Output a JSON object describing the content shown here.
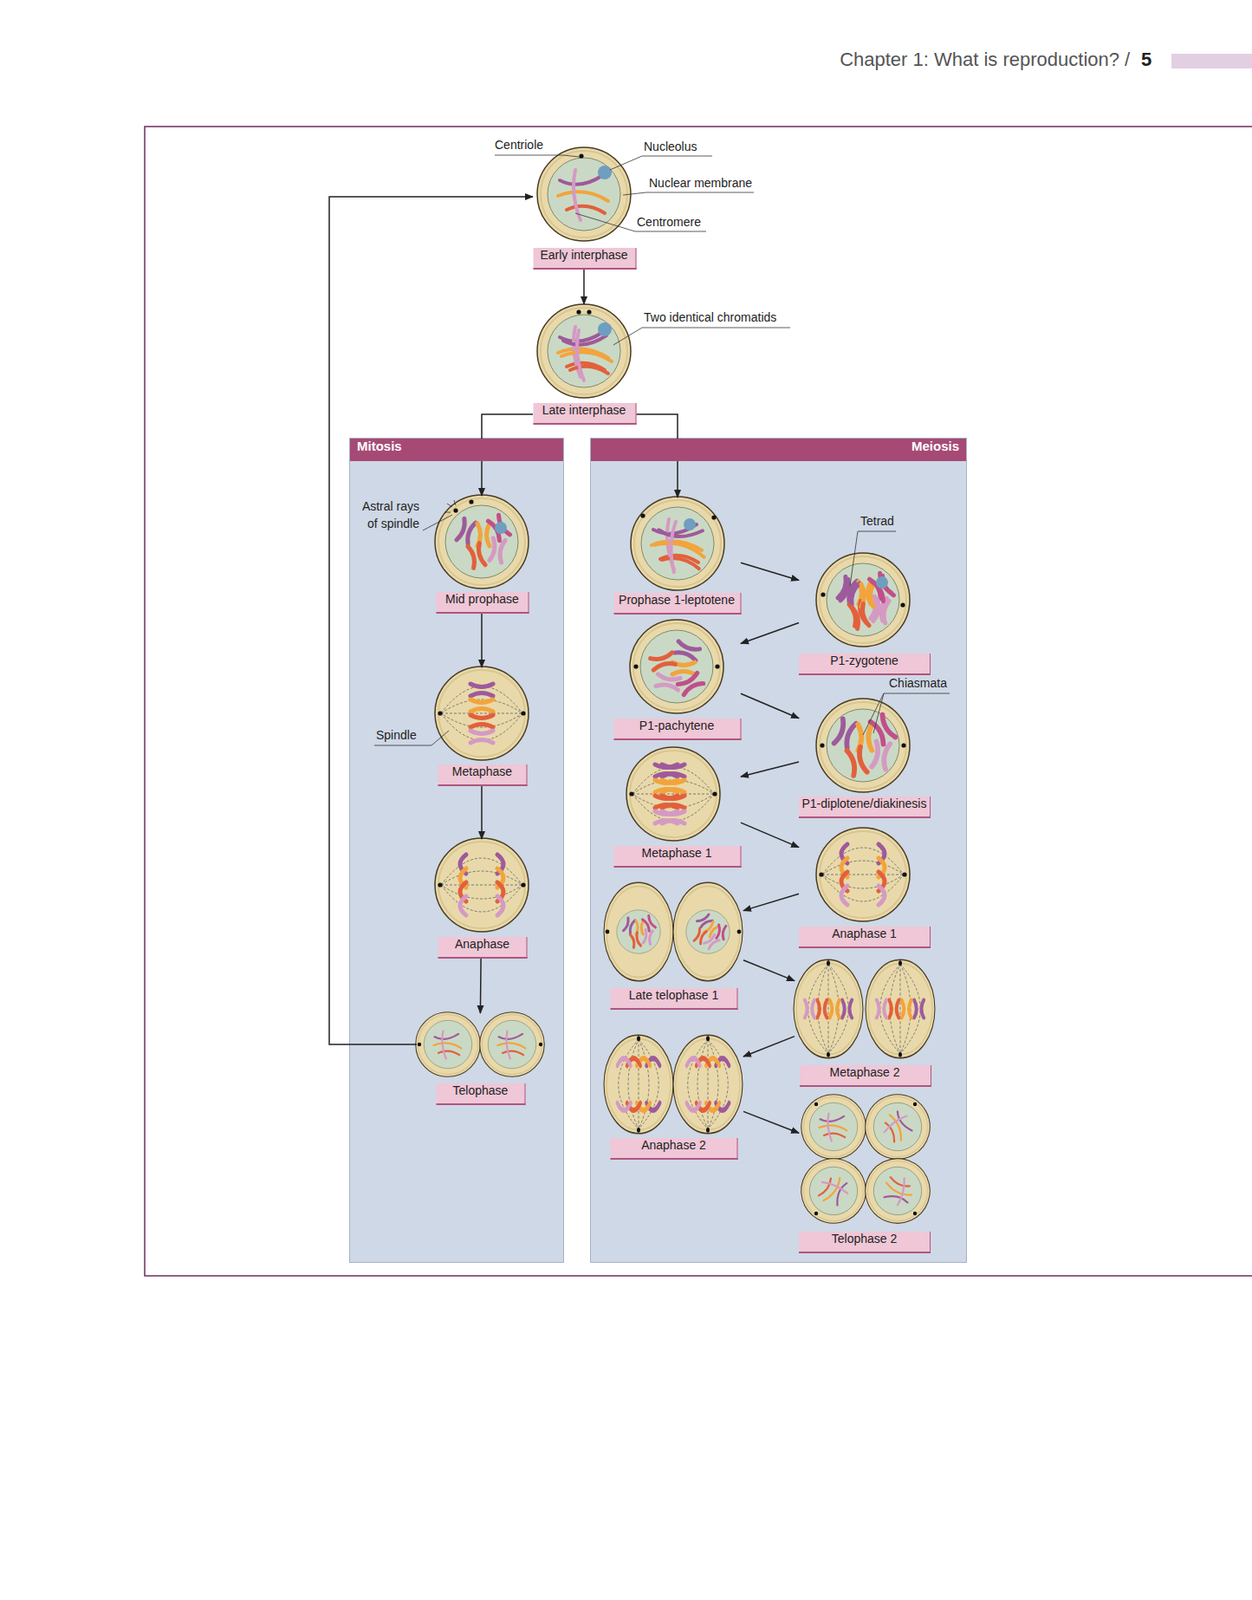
{
  "diagram": {
    "nodes": [
      {
        "text": [
          "Early interphase"
        ]
      },
      {
        "text": [
          "Late interphase"
        ]
      },
      {
        "text": [
          "Mitosis"
        ]
      },
      {
        "text": [
          "Mid prophase"
        ],
        "in": 2
      },
      {
        "text": [
          "Metaphase"
        ],
        "in": 2
      },
      {
        "text": [
          "Anaphase"
        ],
        "in": 2
      },
      {
        "text": [
          "Telophase"
        ],
        "in": 2
      },
      {
        "text": [
          "Meiosis"
        ]
      },
      {
        "text": [
          "Prophase 1-leptotene"
        ],
        "in": 7
      },
      {
        "text": [
          "P1-zygotene"
        ],
        "in": 7
      },
      {
        "text": [
          "P1-pachytene"
        ],
        "in": 7
      },
      {
        "text": [
          "P1-diplotene/diakinesis"
        ],
        "in": 7
      },
      {
        "text": [
          "Metaphase 1"
        ],
        "in": 7
      },
      {
        "text": [
          "Anaphase 1"
        ],
        "in": 7
      },
      {
        "text": [
          "Late telophase 1"
        ],
        "in": 7
      },
      {
        "text": [
          "Metaphase 2"
        ],
        "in": 7
      },
      {
        "text": [
          "Anaphase 2"
        ],
        "in": 7
      },
      {
        "text": [
          "Telophase 2"
        ],
        "in": 7
      }
    ],
    "edges": [
      {
        "from": 0,
        "to": 1,
        "arrow": "to"
      },
      {
        "from": 1,
        "to": 3,
        "arrow": "to"
      },
      {
        "from": 1,
        "to": 8,
        "arrow": "to"
      },
      {
        "from": 3,
        "to": 4,
        "arrow": "to"
      },
      {
        "from": 4,
        "to": 5,
        "arrow": "to"
      },
      {
        "from": 5,
        "to": 6,
        "arrow": "to"
      },
      {
        "from": 6,
        "to": 0,
        "arrow": "to"
      },
      {
        "from": 8,
        "to": 9,
        "arrow": "to"
      },
      {
        "from": 9,
        "to": 10,
        "arrow": "to"
      },
      {
        "from": 10,
        "to": 11,
        "arrow": "to"
      },
      {
        "from": 11,
        "to": 12,
        "arrow": "to"
      },
      {
        "from": 12,
        "to": 13,
        "arrow": "to"
      },
      {
        "from": 13,
        "to": 14,
        "arrow": "to"
      },
      {
        "from": 14,
        "to": 15,
        "arrow": "to"
      },
      {
        "from": 15,
        "to": 16,
        "arrow": "to"
      },
      {
        "from": 16,
        "to": 17,
        "arrow": "to"
      }
    ],
    "labels": [
      "Chapter 1: What is reproduction?",
      "/",
      "5",
      "Centriole",
      "Nucleolus",
      "Nuclear membrane",
      "Centromere",
      "Two identical chromatids",
      "Astral rays of spindle",
      "Spindle",
      "Tetrad",
      "Chiasmata"
    ]
  }
}
